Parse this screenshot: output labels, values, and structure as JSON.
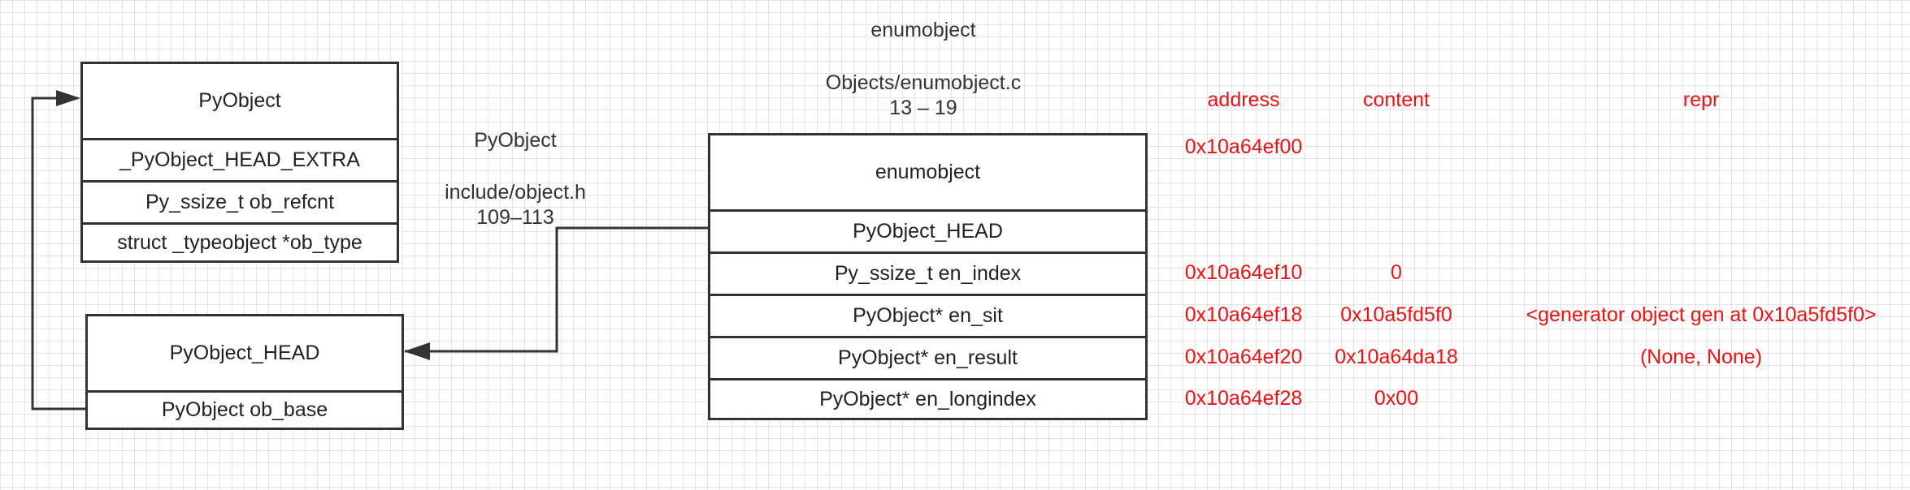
{
  "title": {
    "name": "enumobject",
    "file": "Objects/enumobject.c",
    "lines": "13 – 19"
  },
  "pyobject_label": {
    "name": "PyObject",
    "file": "include/object.h",
    "lines": "109–113"
  },
  "pyobject_struct": {
    "fields": [
      "PyObject",
      "_PyObject_HEAD_EXTRA",
      "Py_ssize_t ob_refcnt",
      "struct _typeobject *ob_type"
    ]
  },
  "pyobject_head_struct": {
    "fields": [
      "PyObject_HEAD",
      "PyObject ob_base"
    ]
  },
  "enumobject_struct": {
    "fields": [
      "enumobject",
      "PyObject_HEAD",
      "Py_ssize_t en_index",
      "PyObject* en_sit",
      "PyObject* en_result",
      "PyObject* en_longindex"
    ]
  },
  "memory_table": {
    "headers": {
      "address": "address",
      "content": "content",
      "repr": "repr"
    },
    "rows": [
      {
        "address": "0x10a64ef00",
        "content": "",
        "repr": ""
      },
      {
        "address": "0x10a64ef10",
        "content": "0",
        "repr": ""
      },
      {
        "address": "0x10a64ef18",
        "content": "0x10a5fd5f0",
        "repr": "<generator object gen at 0x10a5fd5f0>"
      },
      {
        "address": "0x10a64ef20",
        "content": "0x10a64da18",
        "repr": "(None, None)"
      },
      {
        "address": "0x10a64ef28",
        "content": "0x00",
        "repr": ""
      }
    ]
  },
  "colors": {
    "grid": "#e4e4e4",
    "stroke": "#333333",
    "annotation_red": "#ee1111"
  }
}
